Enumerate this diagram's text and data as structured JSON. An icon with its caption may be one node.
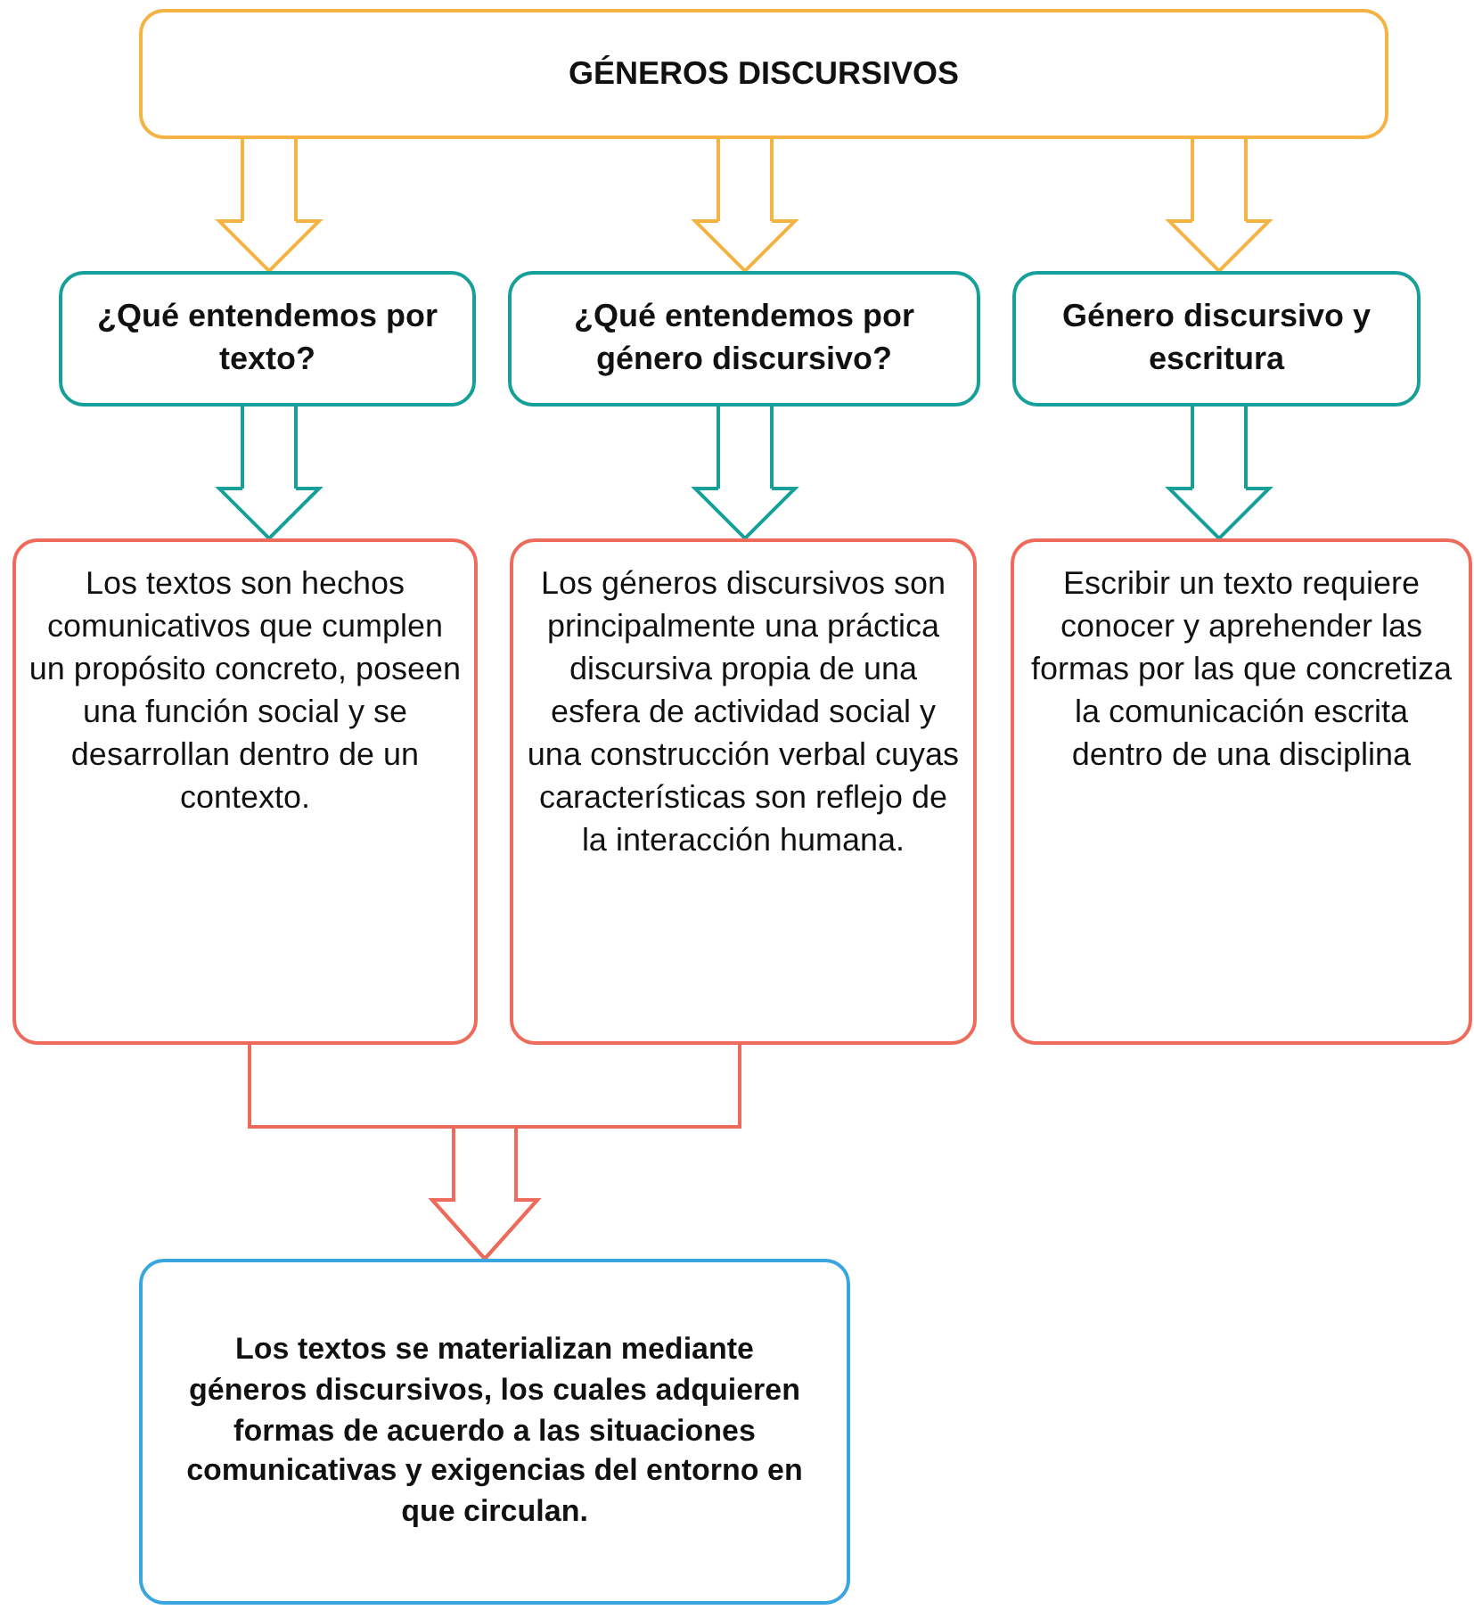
{
  "diagram": {
    "nodes": [
      {
        "text": [
          "GÉNEROS DISCURSIVOS"
        ]
      },
      {
        "text": [
          "¿Qué entendemos por texto?"
        ]
      },
      {
        "text": [
          "¿Qué entendemos por género discursivo?"
        ]
      },
      {
        "text": [
          "Género discursivo y escritura"
        ]
      },
      {
        "text": [
          "Los textos son hechos comunicativos que cumplen un propósito concreto, poseen una función social y se desarrollan dentro de un contexto."
        ]
      },
      {
        "text": [
          "Los géneros discursivos son principalmente una práctica discursiva propia de una esfera de actividad social y una construcción verbal cuyas características son reflejo de la interacción humana."
        ]
      },
      {
        "text": [
          "Escribir un texto requiere conocer y aprehender las formas por las que concretiza la comunicación escrita dentro de una disciplina"
        ]
      },
      {
        "text": [
          "Los textos se materializan mediante géneros discursivos, los cuales adquieren formas de acuerdo a las situaciones comunicativas y exigencias del entorno en que circulan."
        ]
      }
    ],
    "edges": [
      {
        "from": 0,
        "to": 1,
        "arrow": "to",
        "color": "#f5b344"
      },
      {
        "from": 0,
        "to": 2,
        "arrow": "to",
        "color": "#f5b344"
      },
      {
        "from": 0,
        "to": 3,
        "arrow": "to",
        "color": "#f5b344"
      },
      {
        "from": 1,
        "to": 4,
        "arrow": "to",
        "color": "#17a09a"
      },
      {
        "from": 2,
        "to": 5,
        "arrow": "to",
        "color": "#17a09a"
      },
      {
        "from": 3,
        "to": 6,
        "arrow": "to",
        "color": "#17a09a"
      },
      {
        "from": 4,
        "to": 7,
        "arrow": "to",
        "color": "#ee6a5a"
      },
      {
        "from": 5,
        "to": 7,
        "arrow": "to",
        "color": "#ee6a5a"
      }
    ]
  }
}
